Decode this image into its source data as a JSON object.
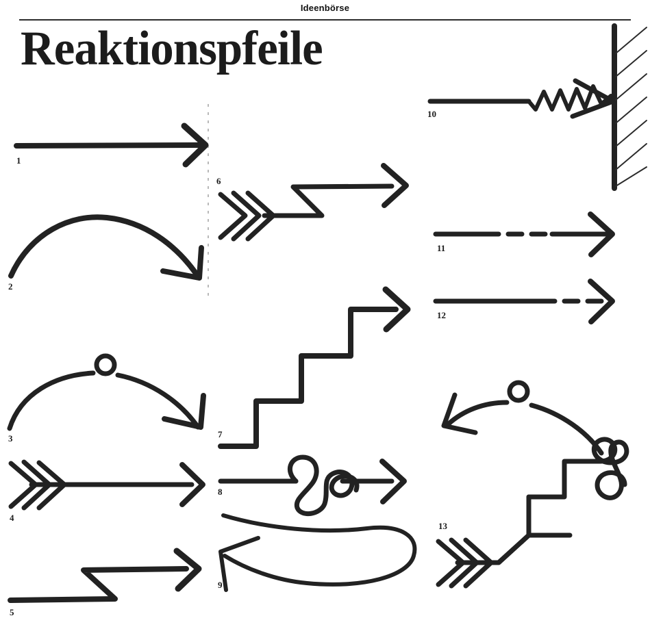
{
  "page": {
    "kicker": "Ideenbörse",
    "title": "Reaktionspfeile",
    "background_color": "#ffffff",
    "ink_color": "#222222",
    "rule_color": "#2b2b2b"
  },
  "divider": {
    "style": "dotted-vertical",
    "color": "#b9b9b9"
  },
  "figures": [
    {
      "number": "1",
      "label": "1",
      "column": "left",
      "description": "gerader Pfeil mit offener V-Spitze"
    },
    {
      "number": "2",
      "label": "2",
      "column": "left",
      "description": "gebogener Bogenpfeil nach rechts unten"
    },
    {
      "number": "3",
      "label": "3",
      "column": "left",
      "description": "Bogenpfeil mit Kreis-Schlaufe am Scheitel"
    },
    {
      "number": "4",
      "label": "4",
      "column": "left",
      "description": "gerader Pfeil mit dreifacher Befiederung"
    },
    {
      "number": "5",
      "label": "5",
      "column": "left",
      "description": "Zickzack-Pfeil mit einer Stufe"
    },
    {
      "number": "6",
      "label": "6",
      "column": "center",
      "description": "befiederter Pfeil mit Zickzack-Stufe"
    },
    {
      "number": "7",
      "label": "7",
      "column": "center",
      "description": "Treppenpfeil mit drei Stufen"
    },
    {
      "number": "8",
      "label": "8",
      "column": "center",
      "description": "gerader Pfeil mit Knoten in der Mitte"
    },
    {
      "number": "9",
      "label": "9",
      "column": "center",
      "description": "Schleifenpfeil, Rückkehr nach links"
    },
    {
      "number": "10",
      "label": "10",
      "column": "right",
      "description": "Pfeil mit Federzickzack gegen schraffierte Wand"
    },
    {
      "number": "11",
      "label": "11",
      "column": "right",
      "description": "Pfeil mit gestricheltem Mittelteil"
    },
    {
      "number": "12",
      "label": "12",
      "column": "right",
      "description": "Pfeil mit gestricheltem Endteil"
    },
    {
      "number": "13",
      "label": "13",
      "column": "right",
      "description": "Kombinationspfeil: Befiederung, Treppe, Knoten, Bogen mit Kreis, Spitze nach links"
    }
  ]
}
